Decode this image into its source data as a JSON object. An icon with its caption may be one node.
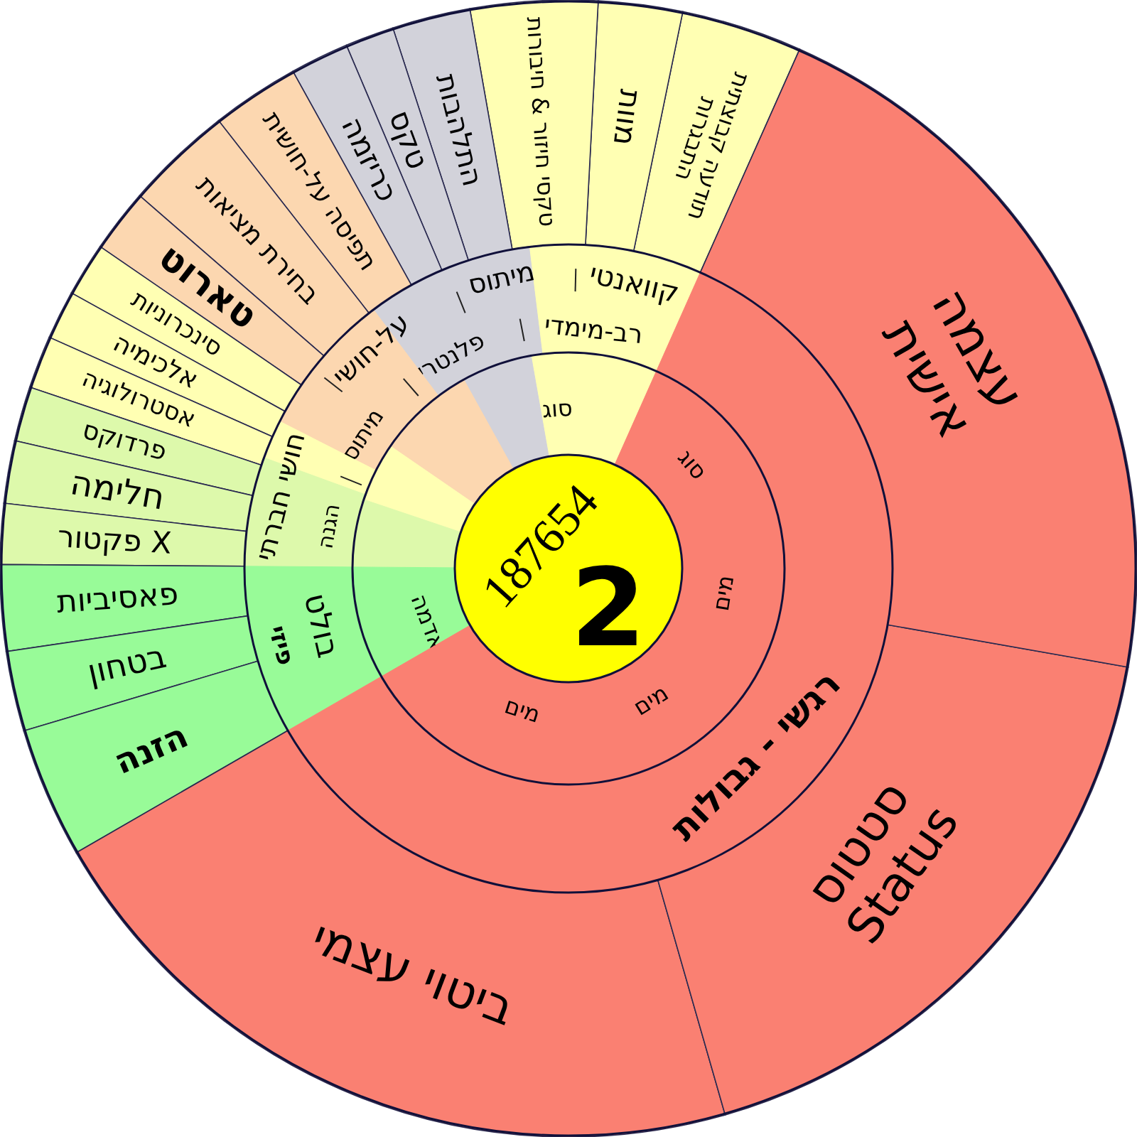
{
  "diagram": {
    "nodes": [
      {
        "text": [
          "187654",
          "2"
        ]
      },
      {
        "text": [
          "סוג",
          "מים",
          "מים",
          "מים"
        ]
      },
      {
        "text": [
          "אדמה"
        ]
      },
      {
        "text": [],
        "shape": "wedge"
      },
      {
        "text": [],
        "shape": "wedge"
      },
      {
        "text": [],
        "shape": "wedge"
      },
      {
        "text": [],
        "shape": "wedge"
      },
      {
        "text": [
          "סוג"
        ]
      },
      {
        "text": [
          "רגשי - גבולות"
        ]
      },
      {
        "text": [
          "פיזי",
          "בולט"
        ]
      },
      {
        "text": [
          "חושי חברתי",
          "הגנה"
        ]
      },
      {
        "text": [],
        "shape": "wedge"
      },
      {
        "text": [
          "מיתוס",
          "על-חושי"
        ]
      },
      {
        "text": [
          "פלנטרי",
          "מיתוס"
        ]
      },
      {
        "text": [
          "קוואנטי",
          "רב-מימדי"
        ]
      },
      {
        "text": [
          "עצמה אישית"
        ]
      },
      {
        "text": [
          "סטטוס Status"
        ]
      },
      {
        "text": [
          "ביטוי עצמי"
        ]
      },
      {
        "text": [
          "הזנה"
        ]
      },
      {
        "text": [
          "בטחון"
        ]
      },
      {
        "text": [
          "פאסיביות"
        ]
      },
      {
        "text": [
          "X פקטור"
        ]
      },
      {
        "text": [
          "חלימה"
        ]
      },
      {
        "text": [
          "פרדוקס"
        ]
      },
      {
        "text": [
          "אסטרולוגיה"
        ]
      },
      {
        "text": [
          "אלכימיה"
        ]
      },
      {
        "text": [
          "סינכרוניות"
        ]
      },
      {
        "text": [
          "טארוט"
        ]
      },
      {
        "text": [
          "בחירת מציאות"
        ]
      },
      {
        "text": [
          "תפיסה על-חושית"
        ]
      },
      {
        "text": [
          "כריזמה"
        ]
      },
      {
        "text": [
          "טקס"
        ]
      },
      {
        "text": [
          "התלהבות"
        ]
      },
      {
        "text": [
          "טקסי חיזור & חיבורות"
        ]
      },
      {
        "text": [
          "מוות"
        ]
      },
      {
        "text": [
          "תודעה קבוצתית התבגרות"
        ]
      }
    ]
  }
}
